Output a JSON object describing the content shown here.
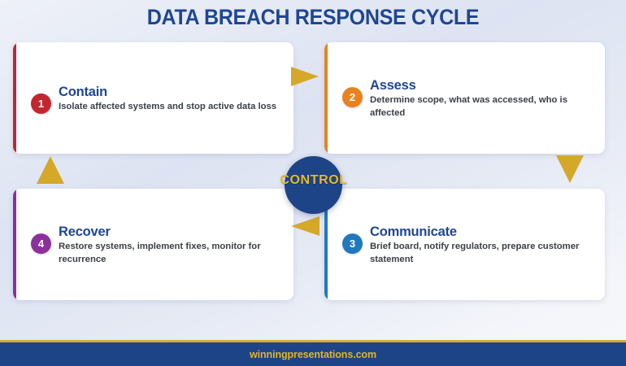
{
  "title": "DATA BREACH RESPONSE CYCLE",
  "theme": {
    "title_color": "#1f4694",
    "hub_color": "#1d4486",
    "hub_text_color": "#e8b92a",
    "arrow_color": "#d5a829",
    "footer_bg": "#1d4486",
    "footer_text_color": "#e0b42c",
    "card_bg": "#ffffff",
    "desc_color": "#3a3f47"
  },
  "hub": {
    "label": "CONTROL"
  },
  "cards": [
    {
      "number": "1",
      "title": "Contain",
      "desc": "Isolate affected systems and stop active data loss",
      "color": "#c4262e"
    },
    {
      "number": "2",
      "title": "Assess",
      "desc": "Determine scope, what was accessed, who is affected",
      "color": "#e8821e"
    },
    {
      "number": "3",
      "title": "Communicate",
      "desc": "Brief board, notify regulators, prepare customer statement",
      "color": "#2079bf"
    },
    {
      "number": "4",
      "title": "Recover",
      "desc": "Restore systems, implement fixes, monitor for recurrence",
      "color": "#8e2f9e"
    }
  ],
  "arrows": [
    {
      "name": "arrow-contain-to-assess",
      "direction": "right"
    },
    {
      "name": "arrow-assess-to-communicate",
      "direction": "down"
    },
    {
      "name": "arrow-communicate-to-recover",
      "direction": "left"
    },
    {
      "name": "arrow-recover-to-contain",
      "direction": "up"
    }
  ],
  "footer": {
    "text": "winningpresentations.com"
  }
}
